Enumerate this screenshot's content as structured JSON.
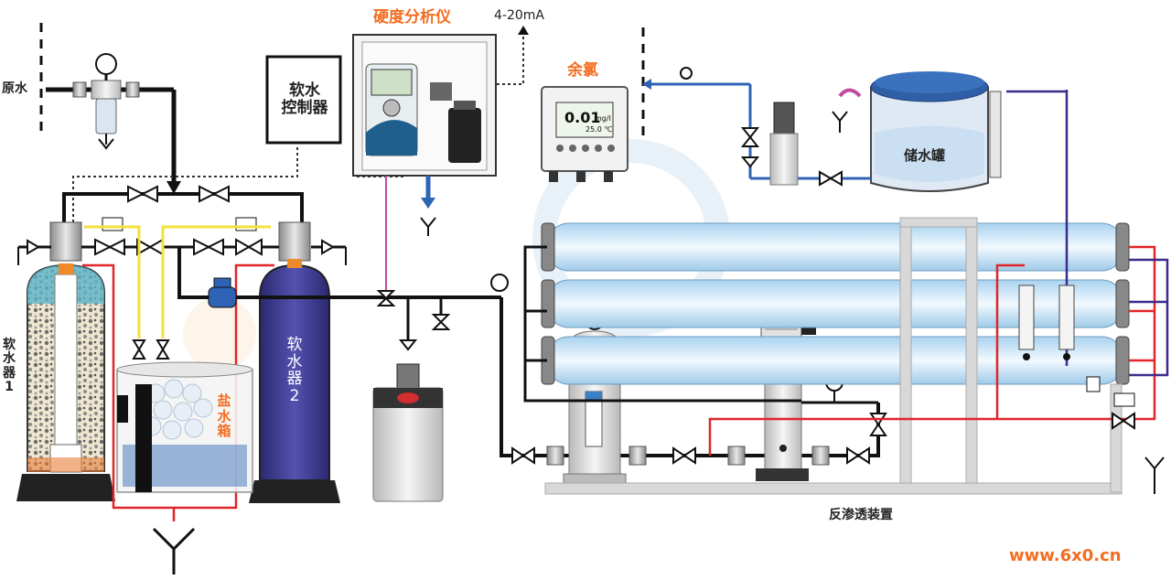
{
  "labels": {
    "raw_water": "原水",
    "softener_1": "软\n水\n器\n1",
    "softener_2": "软\n水\n器\n2",
    "softener_controller": "软水\n控制器",
    "hardness_analyzer": "硬度分析仪",
    "signal": "4-20mA",
    "residual_chlorine": "余氯",
    "storage_tank": "储水罐",
    "brine_tank": "盐\n水\n箱",
    "ro_unit": "反渗透装置",
    "watermark": "www.6x0.cn",
    "chlorine_reading": "0.01",
    "chlorine_unit": "mg/l",
    "chlorine_temp": "25.0 ℃"
  },
  "colors": {
    "accent_orange": "#f36d21",
    "pipe_black": "#111111",
    "pipe_red": "#e0262a",
    "pipe_yellow": "#f3e23a",
    "pipe_blue": "#2f63b5",
    "pipe_purple": "#3d2b8a",
    "pipe_pink": "#c24aa0",
    "softener_2_body": "#3d3a8f",
    "membrane_blue": "#cfe6f7"
  }
}
